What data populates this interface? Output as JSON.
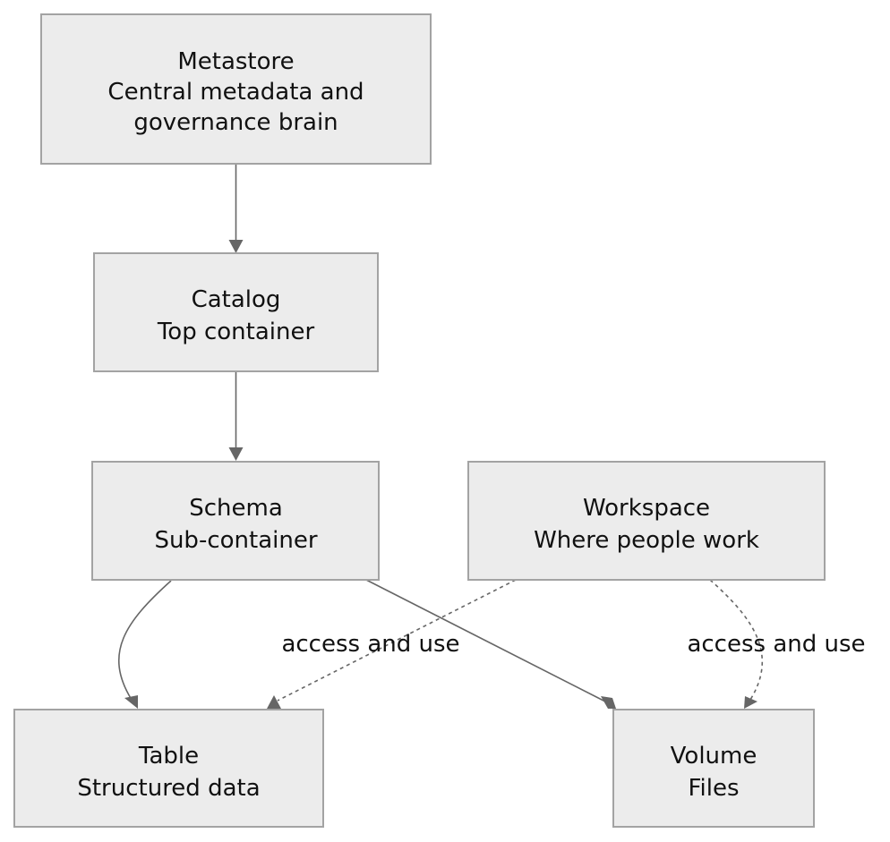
{
  "diagram": {
    "type": "flowchart",
    "nodes": {
      "metastore": {
        "title": "Metastore",
        "lines": [
          "Metastore",
          "Central metadata and",
          "governance brain"
        ]
      },
      "catalog": {
        "title": "Catalog",
        "lines": [
          "Catalog",
          "Top container"
        ]
      },
      "schema": {
        "title": "Schema",
        "lines": [
          "Schema",
          "Sub-container"
        ]
      },
      "workspace": {
        "title": "Workspace",
        "lines": [
          "Workspace",
          "Where people work"
        ]
      },
      "table": {
        "title": "Table",
        "lines": [
          "Table",
          "Structured data"
        ]
      },
      "volume": {
        "title": "Volume",
        "lines": [
          "Volume",
          "Files"
        ]
      }
    },
    "edges": [
      {
        "from": "metastore",
        "to": "catalog",
        "style": "solid",
        "label": ""
      },
      {
        "from": "catalog",
        "to": "schema",
        "style": "solid",
        "label": ""
      },
      {
        "from": "schema",
        "to": "table",
        "style": "solid",
        "label": ""
      },
      {
        "from": "schema",
        "to": "volume",
        "style": "solid",
        "label": ""
      },
      {
        "from": "workspace",
        "to": "table",
        "style": "dashed",
        "label": "access and use"
      },
      {
        "from": "workspace",
        "to": "volume",
        "style": "dashed",
        "label": "access and use"
      }
    ],
    "colors": {
      "node_fill": "#ececec",
      "node_border": "#a3a3a3",
      "edge": "#666666",
      "text": "#111111"
    }
  }
}
